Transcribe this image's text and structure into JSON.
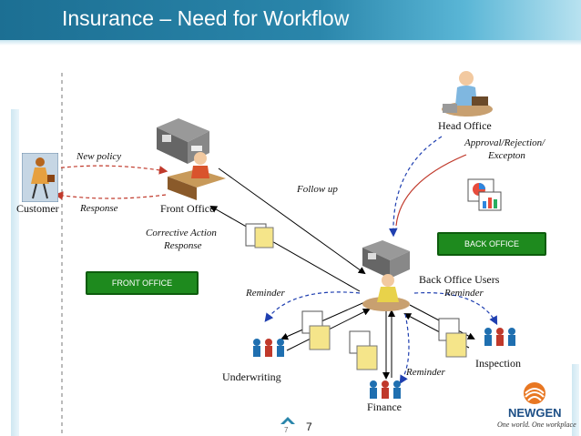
{
  "title": "Insurance – Need for Workflow",
  "labels": {
    "head_office": "Head Office",
    "approval": "Approval/Rejection/",
    "exception": "Excepton",
    "new_policy": "New policy",
    "customer": "Customer",
    "response": "Response",
    "front_office": "Front Office",
    "follow_up": "Follow up",
    "corrective_action": "Corrective Action",
    "corrective_response": "Response",
    "back_office_box": "BACK OFFICE",
    "front_office_box": "FRONT OFFICE",
    "back_office_users": "Back Office Users",
    "reminder_left": "Reminder",
    "reminder_right": "Reminder",
    "reminder_bottom": "Reminder",
    "inspection": "Inspection",
    "underwriting": "Underwriting",
    "finance": "Finance"
  },
  "footer": {
    "page_small": "7",
    "page": "7",
    "brand": "NEWGEN",
    "tagline": "One world. One workplace"
  },
  "colors": {
    "title_bar": "#1c6f93",
    "box_green": "#1e8a1e",
    "dashed_red": "#c0392b",
    "dashed_blue": "#1f3fb0",
    "brand_blue": "#1d4f86",
    "brand_orange": "#e87722"
  },
  "icons": [
    "person-icon",
    "desk-worker-icon",
    "cabinet-icon",
    "document-icon",
    "group-icon",
    "chart-icon",
    "logo-icon"
  ]
}
